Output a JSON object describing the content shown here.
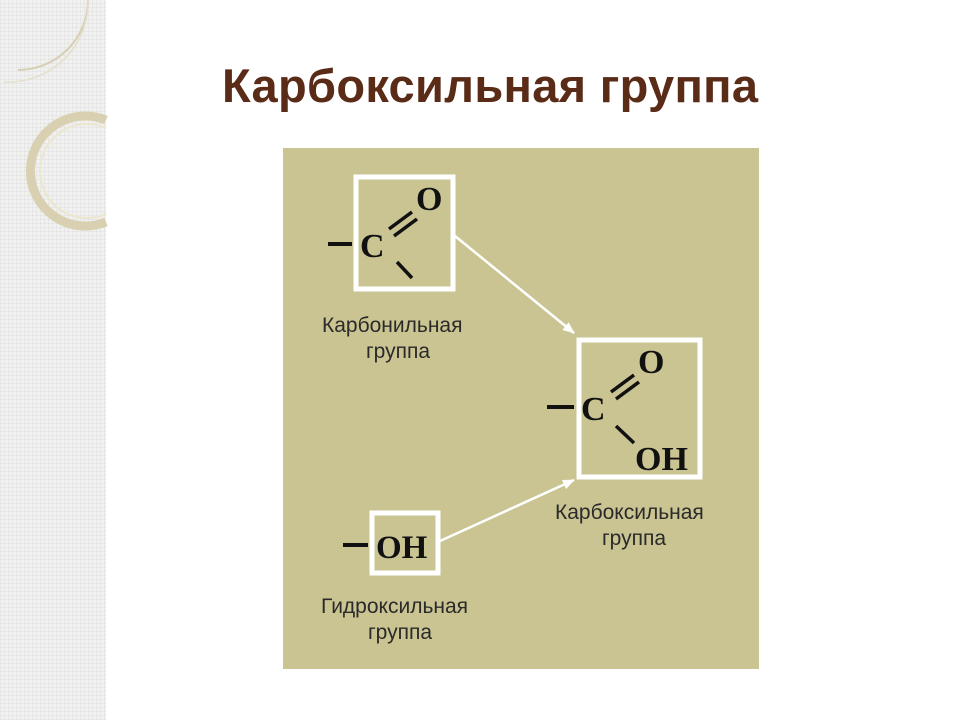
{
  "slide": {
    "title": "Карбоксильная группа"
  },
  "diagram": {
    "carbonyl_group": {
      "atom_c": "C",
      "atom_o": "O",
      "caption_line1": "Карбонильная",
      "caption_line2": "группа"
    },
    "hydroxyl_group": {
      "formula": "OH",
      "caption_line1": "Гидроксильная",
      "caption_line2": "группа"
    },
    "carboxyl_group": {
      "atom_c": "C",
      "atom_o": "O",
      "atom_oh": "OH",
      "caption_line1": "Карбоксильная",
      "caption_line2": "группа"
    }
  },
  "colors": {
    "title": "#5a2b17",
    "panel_background": "#c9c491",
    "box_border": "#ffffff",
    "atoms": "#111111",
    "captions": "#2a2a2a"
  }
}
